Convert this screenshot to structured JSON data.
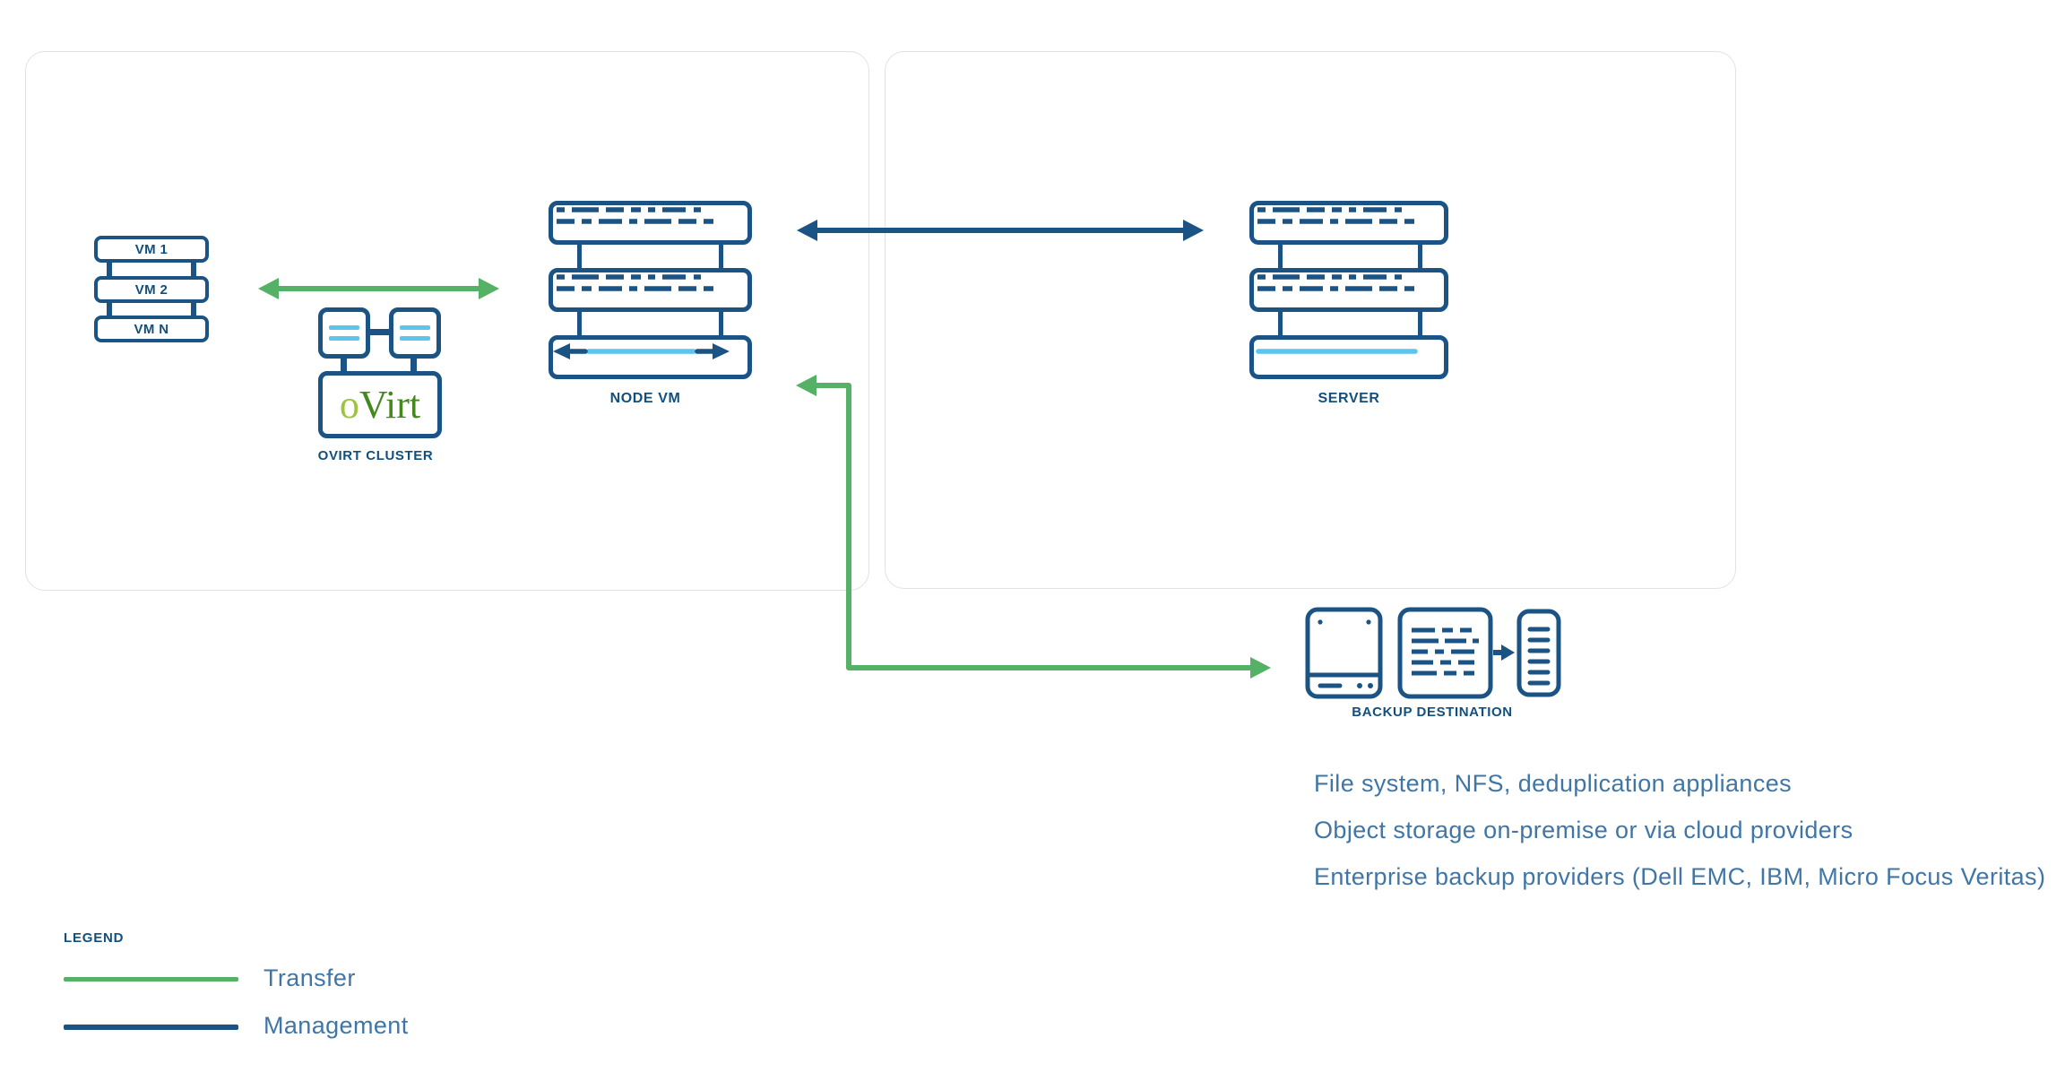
{
  "palette": {
    "navy": "#1A5384",
    "label_navy": "#11507E",
    "light_blue": "#5BC4EF",
    "green": "#55B165",
    "text_blue": "#4076A6",
    "panel_border": "#E2E2E2"
  },
  "vm_stack": {
    "items": [
      {
        "label": "VM 1"
      },
      {
        "label": "VM 2"
      },
      {
        "label": "VM N"
      }
    ]
  },
  "ovirt_cluster": {
    "logo_o": "o",
    "logo_virt": "Virt",
    "label": "OVIRT CLUSTER"
  },
  "node_vm": {
    "label": "NODE VM"
  },
  "server": {
    "label": "SERVER"
  },
  "backup_destination": {
    "label": "BACKUP DESTINATION"
  },
  "storage_options": [
    "File system, NFS, deduplication appliances",
    "Object storage on-premise or via cloud providers",
    "Enterprise backup providers (Dell EMC, IBM, Micro Focus Veritas)"
  ],
  "legend": {
    "title": "LEGEND",
    "items": [
      {
        "label": "Transfer",
        "color": "#55B165"
      },
      {
        "label": "Management",
        "color": "#1A5384"
      }
    ]
  },
  "icons": {
    "vm_stack": "vm-stack-icon",
    "ovirt_cluster": "cluster-nodes-icon",
    "node_vm": "server-rack-icon",
    "server": "server-rack-icon",
    "backup_drive": "external-drive-icon",
    "backup_filestore": "file-listing-icon",
    "backup_tape": "tape-column-icon"
  }
}
